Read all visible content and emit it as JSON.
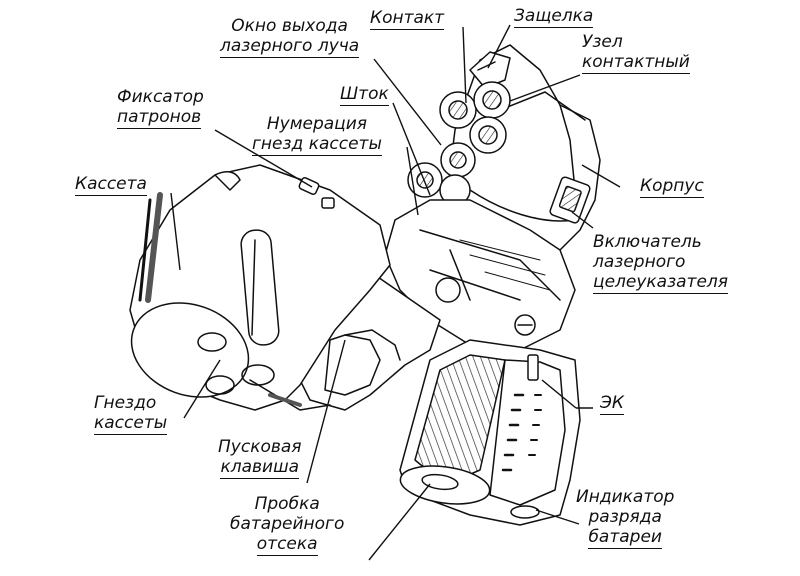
{
  "labels": {
    "window": [
      "Окно выхода",
      "лазерного луча"
    ],
    "contact": [
      "Контакт"
    ],
    "latch": [
      "Защелка"
    ],
    "contact_node": [
      "Узел",
      "контактный"
    ],
    "holder": [
      "Фиксатор",
      "патронов"
    ],
    "rod": [
      "Шток"
    ],
    "numbering": [
      "Нумерация",
      "гнезд кассеты"
    ],
    "cassette": [
      "Кассета"
    ],
    "body": [
      "Корпус"
    ],
    "switch": [
      "Включатель",
      "лазерного",
      "целеуказателя"
    ],
    "socket": [
      "Гнездо",
      "кассеты"
    ],
    "ek": [
      "ЭК"
    ],
    "trigger": [
      "Пусковая",
      "клавиша"
    ],
    "plug": [
      "Пробка",
      "батарейного",
      "отсека"
    ],
    "indicator": [
      "Индикатор",
      "разряда",
      "батареи"
    ]
  }
}
